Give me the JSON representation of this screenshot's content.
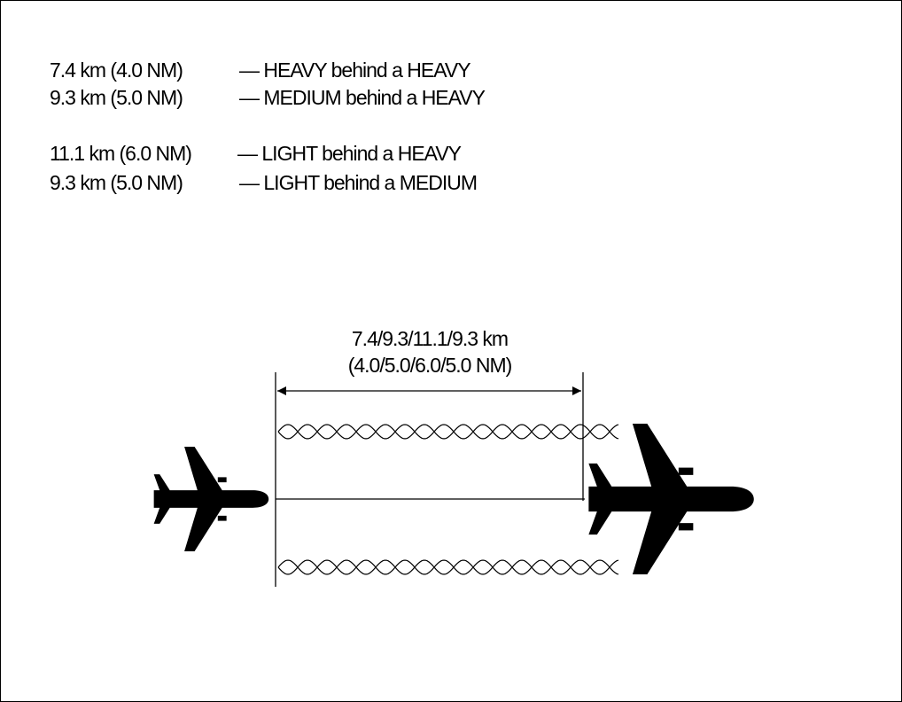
{
  "separation_table": [
    {
      "distance": "7.4 km (4.0 NM)",
      "description": "— HEAVY behind a HEAVY"
    },
    {
      "distance": "9.3 km (5.0 NM)",
      "description": "— MEDIUM behind a HEAVY"
    },
    {
      "distance": "11.1 km (6.0 NM)",
      "description": "— LIGHT behind a HEAVY"
    },
    {
      "distance": "9.3 km (5.0 NM)",
      "description": "— LIGHT behind a MEDIUM"
    }
  ],
  "dimension": {
    "line1": "7.4/9.3/11.1/9.3 km",
    "line2": "(4.0/5.0/6.0/5.0 NM)"
  },
  "icons": {
    "following_aircraft": "airplane-icon",
    "leading_aircraft": "airplane-icon",
    "wake_vortex": "wake-vortex-icon"
  },
  "colors": {
    "ink": "#000000",
    "background": "#ffffff"
  }
}
